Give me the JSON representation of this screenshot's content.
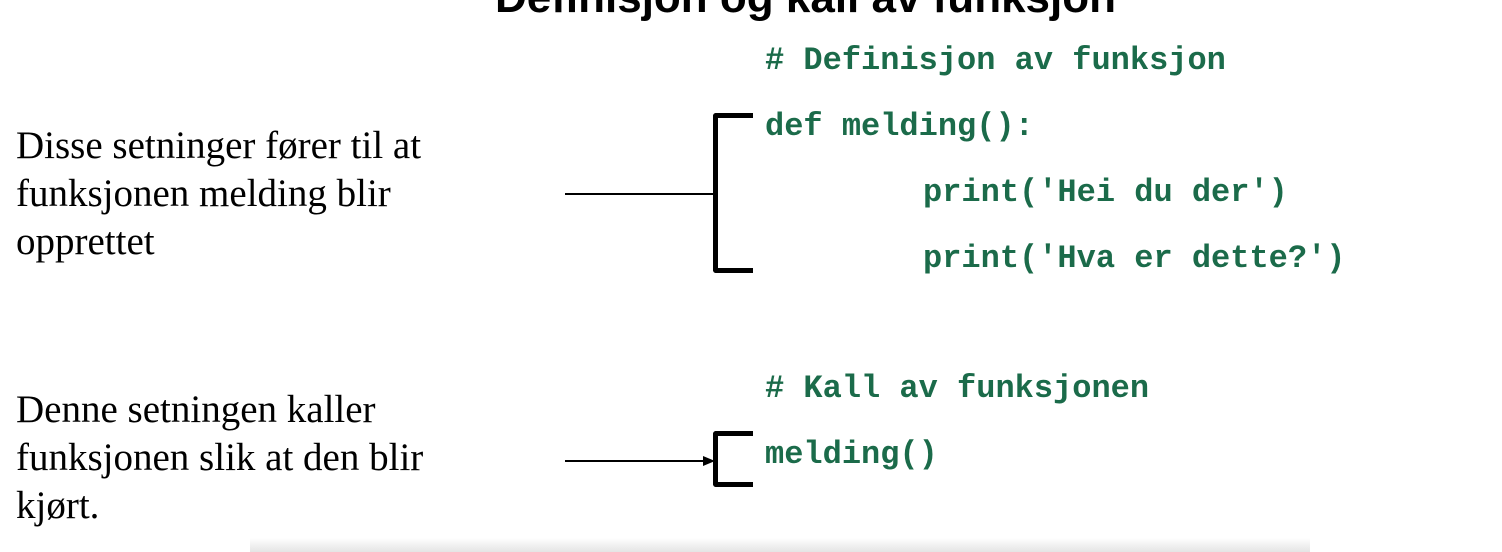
{
  "title": {
    "text_fragment": "Definisjon og kall av funksjon"
  },
  "colors": {
    "code": "#1b6b4a",
    "text": "#000000",
    "bracket": "#000000"
  },
  "annotations": {
    "definition": {
      "lines": [
        "Disse setninger fører til at",
        "funksjonen melding blir",
        "opprettet"
      ]
    },
    "call": {
      "lines": [
        "Denne setningen kaller",
        "funksjonen slik at den blir",
        "kjørt."
      ]
    }
  },
  "code": {
    "comment_definition": "# Definisjon av funksjon",
    "def_line": "def melding():",
    "print_1": "print('Hei du der')",
    "print_2": "print('Hva er dette?')",
    "comment_call": "# Kall av funksjonen",
    "call_line": "melding()"
  }
}
